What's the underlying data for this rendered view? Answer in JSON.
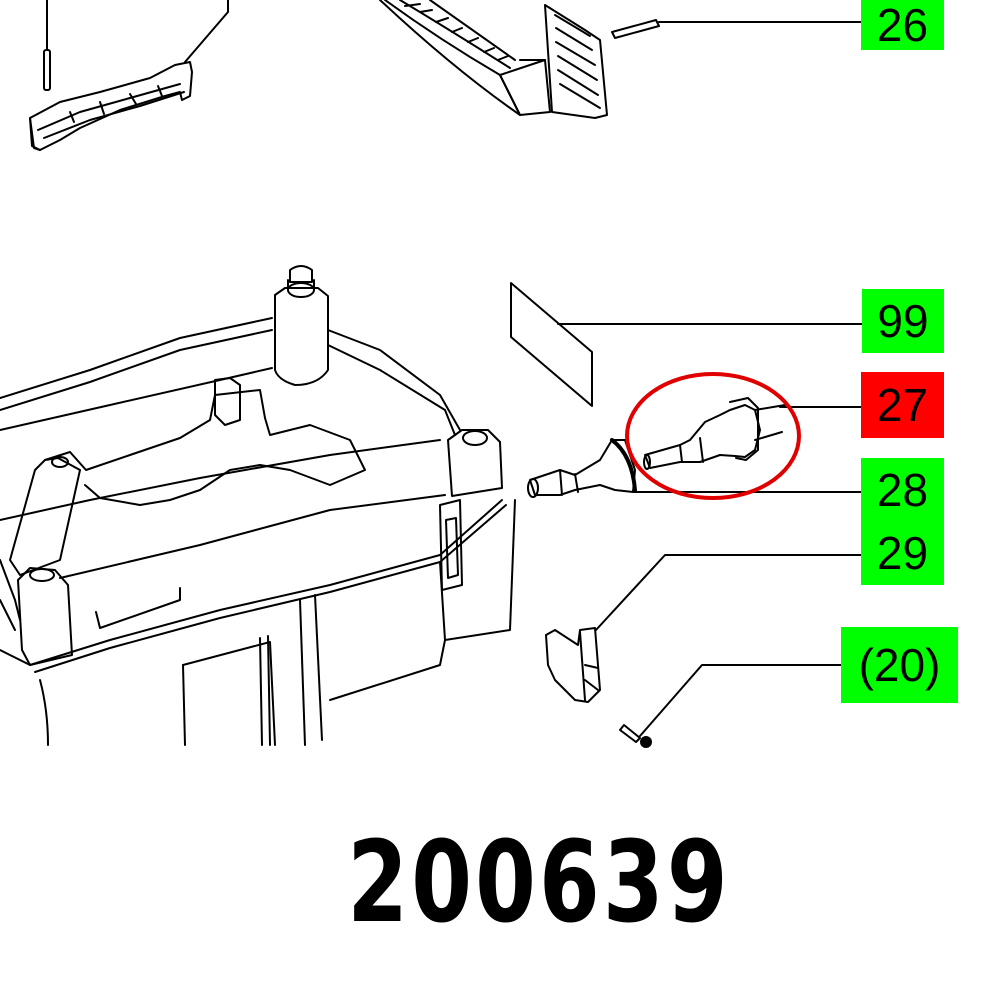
{
  "diagram": {
    "type": "exploded-parts-diagram",
    "part_number": "200639",
    "highlight_color": "#ff0000",
    "callout_color_default": "#00ff00",
    "callouts": [
      {
        "id": "26",
        "label": "26",
        "color": "#00ff00",
        "highlighted": false
      },
      {
        "id": "99",
        "label": "99",
        "color": "#00ff00",
        "highlighted": false
      },
      {
        "id": "27",
        "label": "27",
        "color": "#ff0000",
        "highlighted": true
      },
      {
        "id": "28",
        "label": "28",
        "color": "#00ff00",
        "highlighted": false
      },
      {
        "id": "29",
        "label": "29",
        "color": "#00ff00",
        "highlighted": false
      },
      {
        "id": "20",
        "label": "(20)",
        "color": "#00ff00",
        "highlighted": false
      }
    ],
    "parts": [
      {
        "name": "handle-grip",
        "icon": "handle-icon"
      },
      {
        "name": "carry-handle-arc",
        "icon": "arc-handle-icon"
      },
      {
        "name": "screw-26",
        "icon": "screw-icon"
      },
      {
        "name": "label-plate-99",
        "icon": "plate-icon"
      },
      {
        "name": "power-plug-27",
        "icon": "plug-icon"
      },
      {
        "name": "cable-grommet-28",
        "icon": "grommet-icon"
      },
      {
        "name": "clip-29",
        "icon": "clip-icon"
      },
      {
        "name": "screw-20",
        "icon": "screw-icon"
      },
      {
        "name": "housing-base",
        "icon": "housing-icon"
      }
    ]
  }
}
